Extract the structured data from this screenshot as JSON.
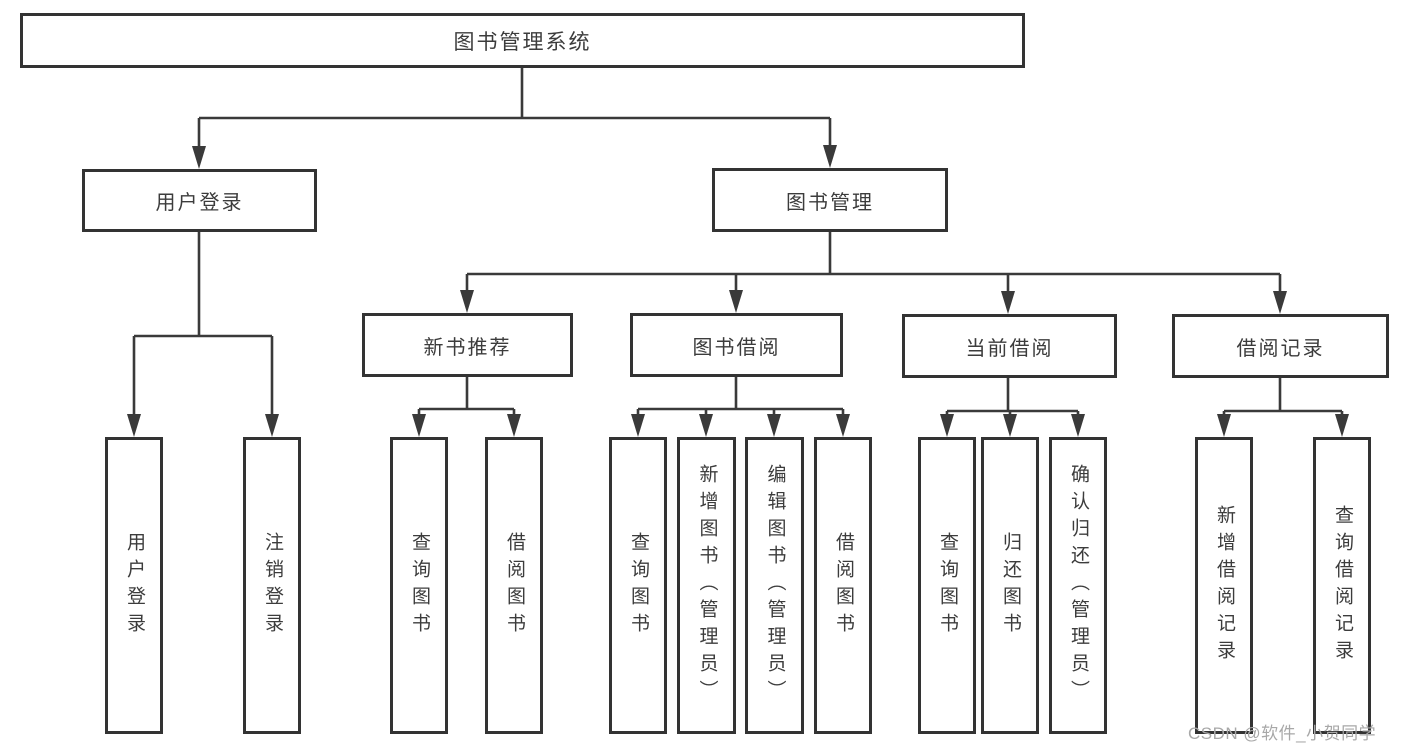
{
  "diagram": {
    "type": "hierarchy-diagram",
    "title": "图书管理系统"
  },
  "nodes": {
    "root": {
      "label": "图书管理系统",
      "level": 1
    },
    "user_login": {
      "label": "用户登录",
      "level": 2
    },
    "book_mgmt": {
      "label": "图书管理",
      "level": 2
    },
    "new_book_rec": {
      "label": "新书推荐",
      "level": 3
    },
    "book_borrow": {
      "label": "图书借阅",
      "level": 3
    },
    "current_borrow": {
      "label": "当前借阅",
      "level": 3
    },
    "borrow_records": {
      "label": "借阅记录",
      "level": 3
    },
    "user_login_leaf": {
      "label": "用户登录",
      "level": 4
    },
    "logout_leaf": {
      "label": "注销登录",
      "level": 4
    },
    "rec_query_books": {
      "label": "查询图书",
      "level": 4
    },
    "rec_borrow_books": {
      "label": "借阅图书",
      "level": 4
    },
    "bb_query_books": {
      "label": "查询图书",
      "level": 4
    },
    "bb_add_books": {
      "label": "新增图书（管理员）",
      "level": 4
    },
    "bb_edit_books": {
      "label": "编辑图书（管理员）",
      "level": 4
    },
    "bb_borrow_books": {
      "label": "借阅图书",
      "level": 4
    },
    "cb_query_books": {
      "label": "查询图书",
      "level": 4
    },
    "cb_return_books": {
      "label": "归还图书",
      "level": 4
    },
    "cb_confirm_return": {
      "label": "确认归还（管理员）",
      "level": 4
    },
    "br_add_record": {
      "label": "新增借阅记录",
      "level": 4
    },
    "br_query_record": {
      "label": "查询借阅记录",
      "level": 4
    }
  },
  "edges": [
    {
      "from": "root",
      "to": "user_login"
    },
    {
      "from": "root",
      "to": "book_mgmt"
    },
    {
      "from": "user_login",
      "to": "user_login_leaf"
    },
    {
      "from": "user_login",
      "to": "logout_leaf"
    },
    {
      "from": "book_mgmt",
      "to": "new_book_rec"
    },
    {
      "from": "book_mgmt",
      "to": "book_borrow"
    },
    {
      "from": "book_mgmt",
      "to": "current_borrow"
    },
    {
      "from": "book_mgmt",
      "to": "borrow_records"
    },
    {
      "from": "new_book_rec",
      "to": "rec_query_books"
    },
    {
      "from": "new_book_rec",
      "to": "rec_borrow_books"
    },
    {
      "from": "book_borrow",
      "to": "bb_query_books"
    },
    {
      "from": "book_borrow",
      "to": "bb_add_books"
    },
    {
      "from": "book_borrow",
      "to": "bb_edit_books"
    },
    {
      "from": "book_borrow",
      "to": "bb_borrow_books"
    },
    {
      "from": "current_borrow",
      "to": "cb_query_books"
    },
    {
      "from": "current_borrow",
      "to": "cb_return_books"
    },
    {
      "from": "current_borrow",
      "to": "cb_confirm_return"
    },
    {
      "from": "borrow_records",
      "to": "br_add_record"
    },
    {
      "from": "borrow_records",
      "to": "br_query_record"
    }
  ],
  "watermark": {
    "text": "CSDN @软件_小贺同学"
  },
  "colors": {
    "line": "#3a3a3a",
    "border": "#333333",
    "text": "#3c3c3c",
    "watermark": "#a8a8a8",
    "background": "#ffffff"
  }
}
